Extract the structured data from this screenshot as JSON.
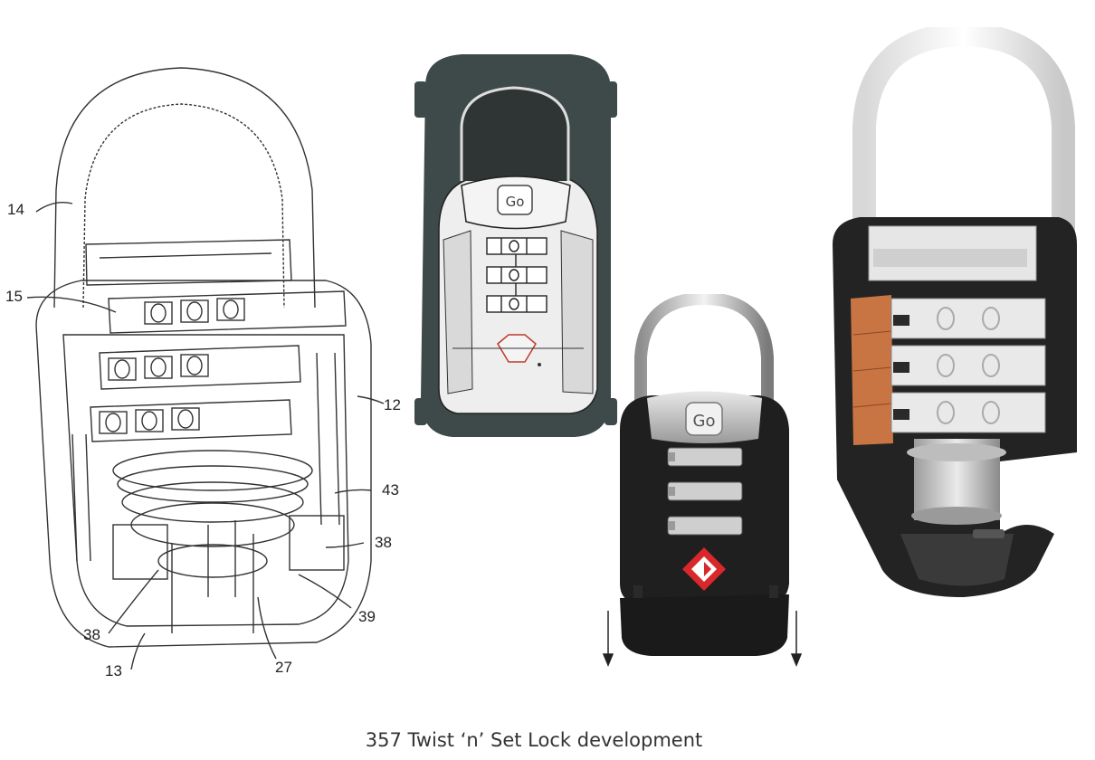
{
  "caption": "357 Twist ‘n’ Set Lock development",
  "patent_drawing": {
    "callouts": {
      "c14": "14",
      "c15": "15",
      "c12": "12",
      "c43": "43",
      "c38a": "38",
      "c39": "39",
      "c38b": "38",
      "c13": "13",
      "c27": "27"
    }
  },
  "sketch": {
    "logo": "Go"
  },
  "product_photo": {
    "logo": "Go"
  },
  "icons": {
    "brand_badge": "go-logo-icon",
    "tsa_mark": "tsa-diamond-icon",
    "direction": "arrow-down-icon"
  },
  "colors": {
    "sketch_body": "#3d4a49",
    "lock_black": "#1f1f1f",
    "tsa_red": "#d8282b",
    "copper": "#c87443"
  }
}
